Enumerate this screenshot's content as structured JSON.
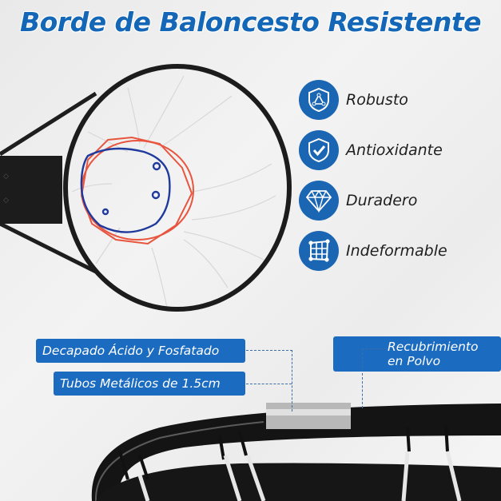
{
  "title": "Borde de Baloncesto Resistente",
  "features": [
    {
      "icon": "shield-triangle-icon",
      "label": "Robusto"
    },
    {
      "icon": "shield-check-icon",
      "label": "Antioxidante"
    },
    {
      "icon": "diamond-icon",
      "label": "Duradero"
    },
    {
      "icon": "grid-frame-icon",
      "label": "Indeformable"
    }
  ],
  "callouts": {
    "pickling": "Decapado Ácido y Fosfatado",
    "tubes": "Tubos Metálicos de 1.5cm",
    "coating_line1": "Recubrimiento",
    "coating_line2": "en Polvo"
  },
  "colors": {
    "brand_blue": "#1b66b3",
    "title_blue": "#1467b7",
    "net_red": "#e8553f",
    "net_blue": "#1f3a9c"
  }
}
